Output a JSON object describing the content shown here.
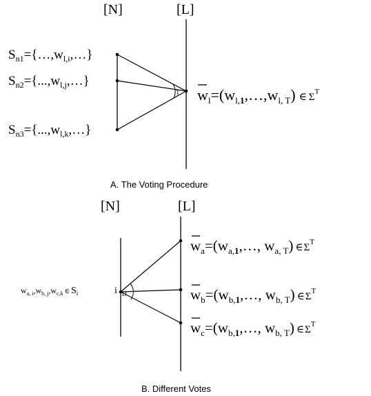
{
  "panel_a": {
    "label_n": "[N]",
    "label_l": "[L]",
    "sets": [
      {
        "base": "S",
        "sub": "n1",
        "text": "={…,w",
        "text_sub": "l,i",
        "tail": ",…}"
      },
      {
        "base": "S",
        "sub": "n2",
        "text": "={...,w",
        "text_sub": "l,j",
        "tail": ",…}"
      },
      {
        "base": "S",
        "sub": "n3",
        "text": "={...,w",
        "text_sub": "l,k",
        "tail": ",…}"
      }
    ],
    "angle_label": "T",
    "vector": {
      "w": "w",
      "w_sub": "l",
      "open": "=(w",
      "first_sub": "l,",
      "first_idx": "1",
      "middle": ",…,w",
      "last_sub": "l, T",
      "close": ")",
      "member": "∈",
      "sigma": "Σ",
      "sup": "T"
    },
    "caption": "A. The Voting Procedure"
  },
  "panel_b": {
    "label_n": "[N]",
    "label_l": "[L]",
    "set_label": {
      "w1": "w",
      "w1_sub": "a, i",
      "w2": ",w",
      "w2_sub": "b, j",
      "w3": ",w",
      "w3_sub": "c,k",
      "member": "∈",
      "s": "S",
      "s_sub": "i",
      "node": "i"
    },
    "angle_label": "D",
    "vectors": [
      {
        "w": "w",
        "w_sub": "a",
        "open": "=(w",
        "first_sub": "a,",
        "first_idx": "1",
        "middle": ",…, w",
        "last_sub": "a, T",
        "close": ")",
        "member": "∈",
        "sigma": "Σ",
        "sup": "T"
      },
      {
        "w": "w",
        "w_sub": "b",
        "open": "=(w",
        "first_sub": "b,",
        "first_idx": "1",
        "middle": ",…, w",
        "last_sub": "b, T",
        "close": ")",
        "member": "∈",
        "sigma": "Σ",
        "sup": "T"
      },
      {
        "w": "w",
        "w_sub": "c",
        "open": "=(w",
        "first_sub": "b,",
        "first_idx": "1",
        "middle": ",…, w",
        "last_sub": "b, T",
        "close": ")",
        "member": "∈",
        "sigma": "Σ",
        "sup": "T"
      }
    ],
    "caption": "B. Different Votes"
  }
}
